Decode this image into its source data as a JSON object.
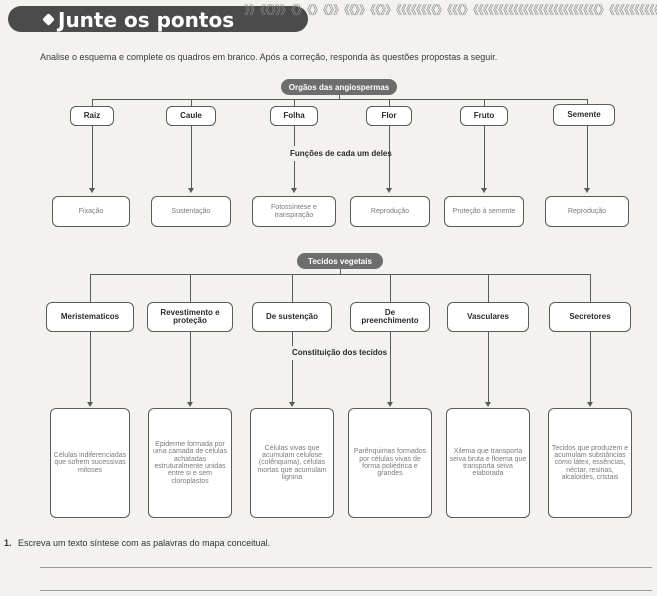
{
  "header": {
    "title": "Junte os pontos",
    "decoration": "》》《《》》》《》《》《》》《《》》《《》》《《《《《《《《》《《《》《《《《《《《《《《《《《《《《《《《《《《《《《》《《《《《《《《《《《"
  },
  "instruction": "Analise o esquema e complete os quadros em branco. Após a correção, responda às questões propostas a seguir.",
  "map1": {
    "root": "Orgãos das angiospermas",
    "organs": [
      "Raiz",
      "Caule",
      "Folha",
      "Flor",
      "Fruto",
      "Semente"
    ],
    "link": "Funções de cada um deles",
    "functions": [
      "Fixação",
      "Sustentação",
      "Fotossíntese e transpiração",
      "Reprodução",
      "Proteção à semente",
      "Reprodução"
    ]
  },
  "map2": {
    "root": "Tecidos vegetais",
    "tissues": [
      "Meristematicos",
      "Revestimento e proteção",
      "De sustenção",
      "De preenchimento",
      "Vasculares",
      "Secretores"
    ],
    "link": "Constituição dos tecidos",
    "constitution": [
      "Células indiferenciadas que sofrem sucessivas mitoses",
      "Epiderme formada por uma camada de células achatadas estruturalmente unidas entre si e sem cloroplastos",
      "Células vivas que acumulam celulose (colênquima), células mortas que acumulam lignina",
      "Parênquimas formados por células vivas de forma poliédrica e grandes",
      "Xilema que transporta seiva bruta e floema que transporta seiva elaborada",
      "Tecidos que produzem e acumulam substâncias como látex, essências, néctar, resinas, alcaloides, cristais"
    ]
  },
  "question": {
    "number": "1.",
    "text": "Escreva um texto síntese com as palavras do mapa conceitual."
  }
}
